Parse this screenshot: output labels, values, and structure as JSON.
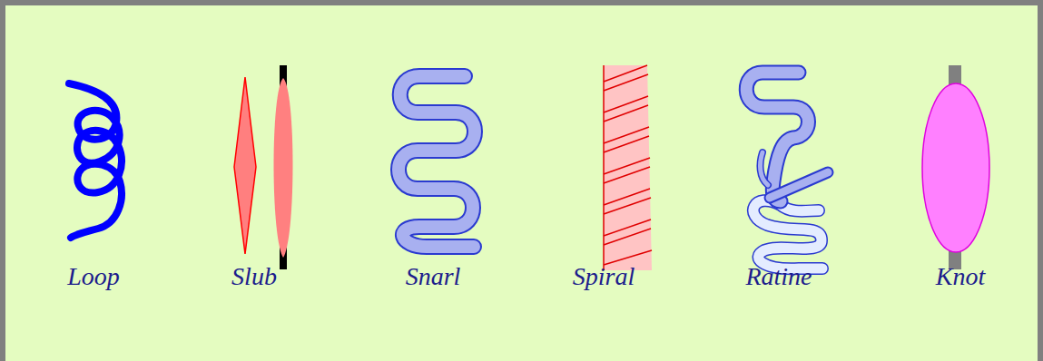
{
  "diagram": {
    "labels": [
      "Loop",
      "Slub",
      "Snarl",
      "Spiral",
      "Ratine",
      "Knot"
    ]
  }
}
